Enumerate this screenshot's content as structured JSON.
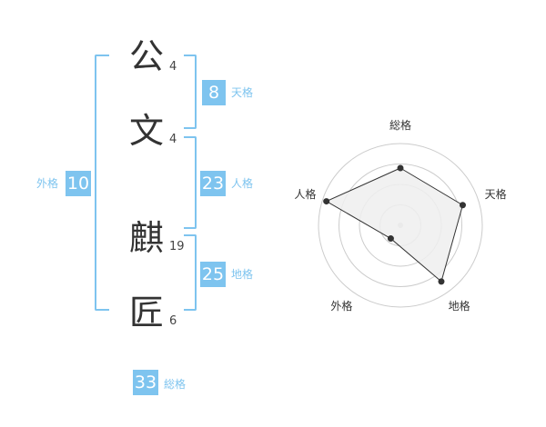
{
  "name": {
    "chars": [
      {
        "char": "公",
        "strokes": "4"
      },
      {
        "char": "文",
        "strokes": "4"
      },
      {
        "char": "麒",
        "strokes": "19"
      },
      {
        "char": "匠",
        "strokes": "6"
      }
    ]
  },
  "kaku": {
    "tenkaku": {
      "label": "天格",
      "value": "8"
    },
    "jinkaku": {
      "label": "人格",
      "value": "23"
    },
    "chikaku": {
      "label": "地格",
      "value": "25"
    },
    "gaikaku": {
      "label": "外格",
      "value": "10"
    },
    "soukaku": {
      "label": "総格",
      "value": "33"
    }
  },
  "chart_data": {
    "type": "radar",
    "axes": [
      "総格",
      "天格",
      "地格",
      "外格",
      "人格"
    ],
    "values": [
      0.7,
      0.8,
      0.85,
      0.2,
      0.95
    ],
    "range": [
      0,
      1
    ],
    "rings": 4
  },
  "colors": {
    "accent": "#7ec4ef",
    "text": "#333333",
    "radar_fill": "#eeeeee",
    "radar_line": "#333333",
    "ring": "#cccccc"
  }
}
